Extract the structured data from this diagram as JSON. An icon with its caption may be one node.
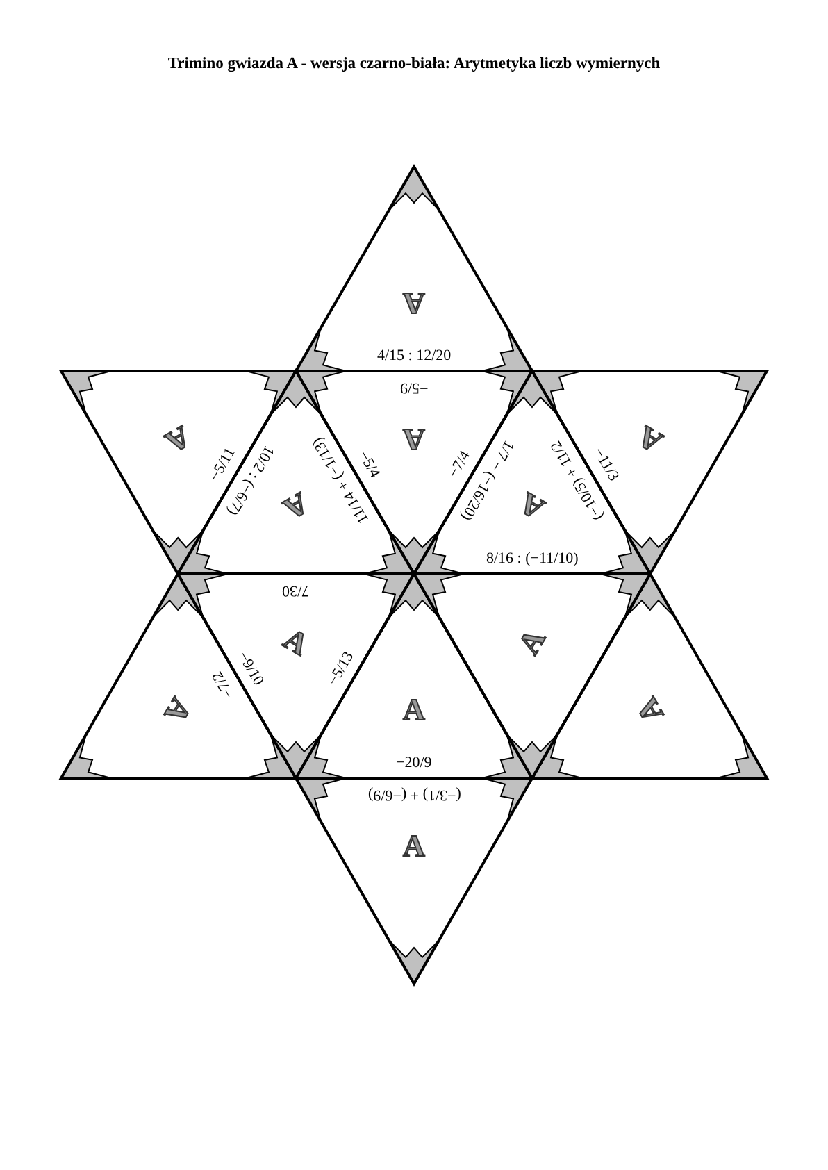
{
  "diagram": {
    "title": "Trimino gwiazda A - wersja czarno-biała: Arytmetyka liczb wymiernych",
    "nodes": [
      {
        "text": [
          "A",
          "4/15 : 12/20"
        ]
      },
      {
        "text": [
          "A",
          "−5/11"
        ]
      },
      {
        "text": [
          "A",
          "−5/9",
          "−5/4",
          "−7/4"
        ]
      },
      {
        "text": [
          "A",
          "−11/3"
        ]
      },
      {
        "text": [
          "A",
          "10/2 : (−6/7)",
          "11/14 + (−1/13)"
        ]
      },
      {
        "text": [
          "A",
          "1/7 − (−16/20)",
          "(−10/5) + 11/2",
          "8/16 : (−11/10)"
        ]
      },
      {
        "text": [
          "A",
          "−7/2"
        ]
      },
      {
        "text": [
          "A",
          "7/30",
          "−9/10",
          "−5/13"
        ]
      },
      {
        "text": [
          "A"
        ]
      },
      {
        "text": [
          "A",
          "−20/9"
        ]
      },
      {
        "text": [
          "A"
        ]
      },
      {
        "text": [
          "A",
          "(−3/1) + (−6/9)"
        ]
      }
    ]
  }
}
